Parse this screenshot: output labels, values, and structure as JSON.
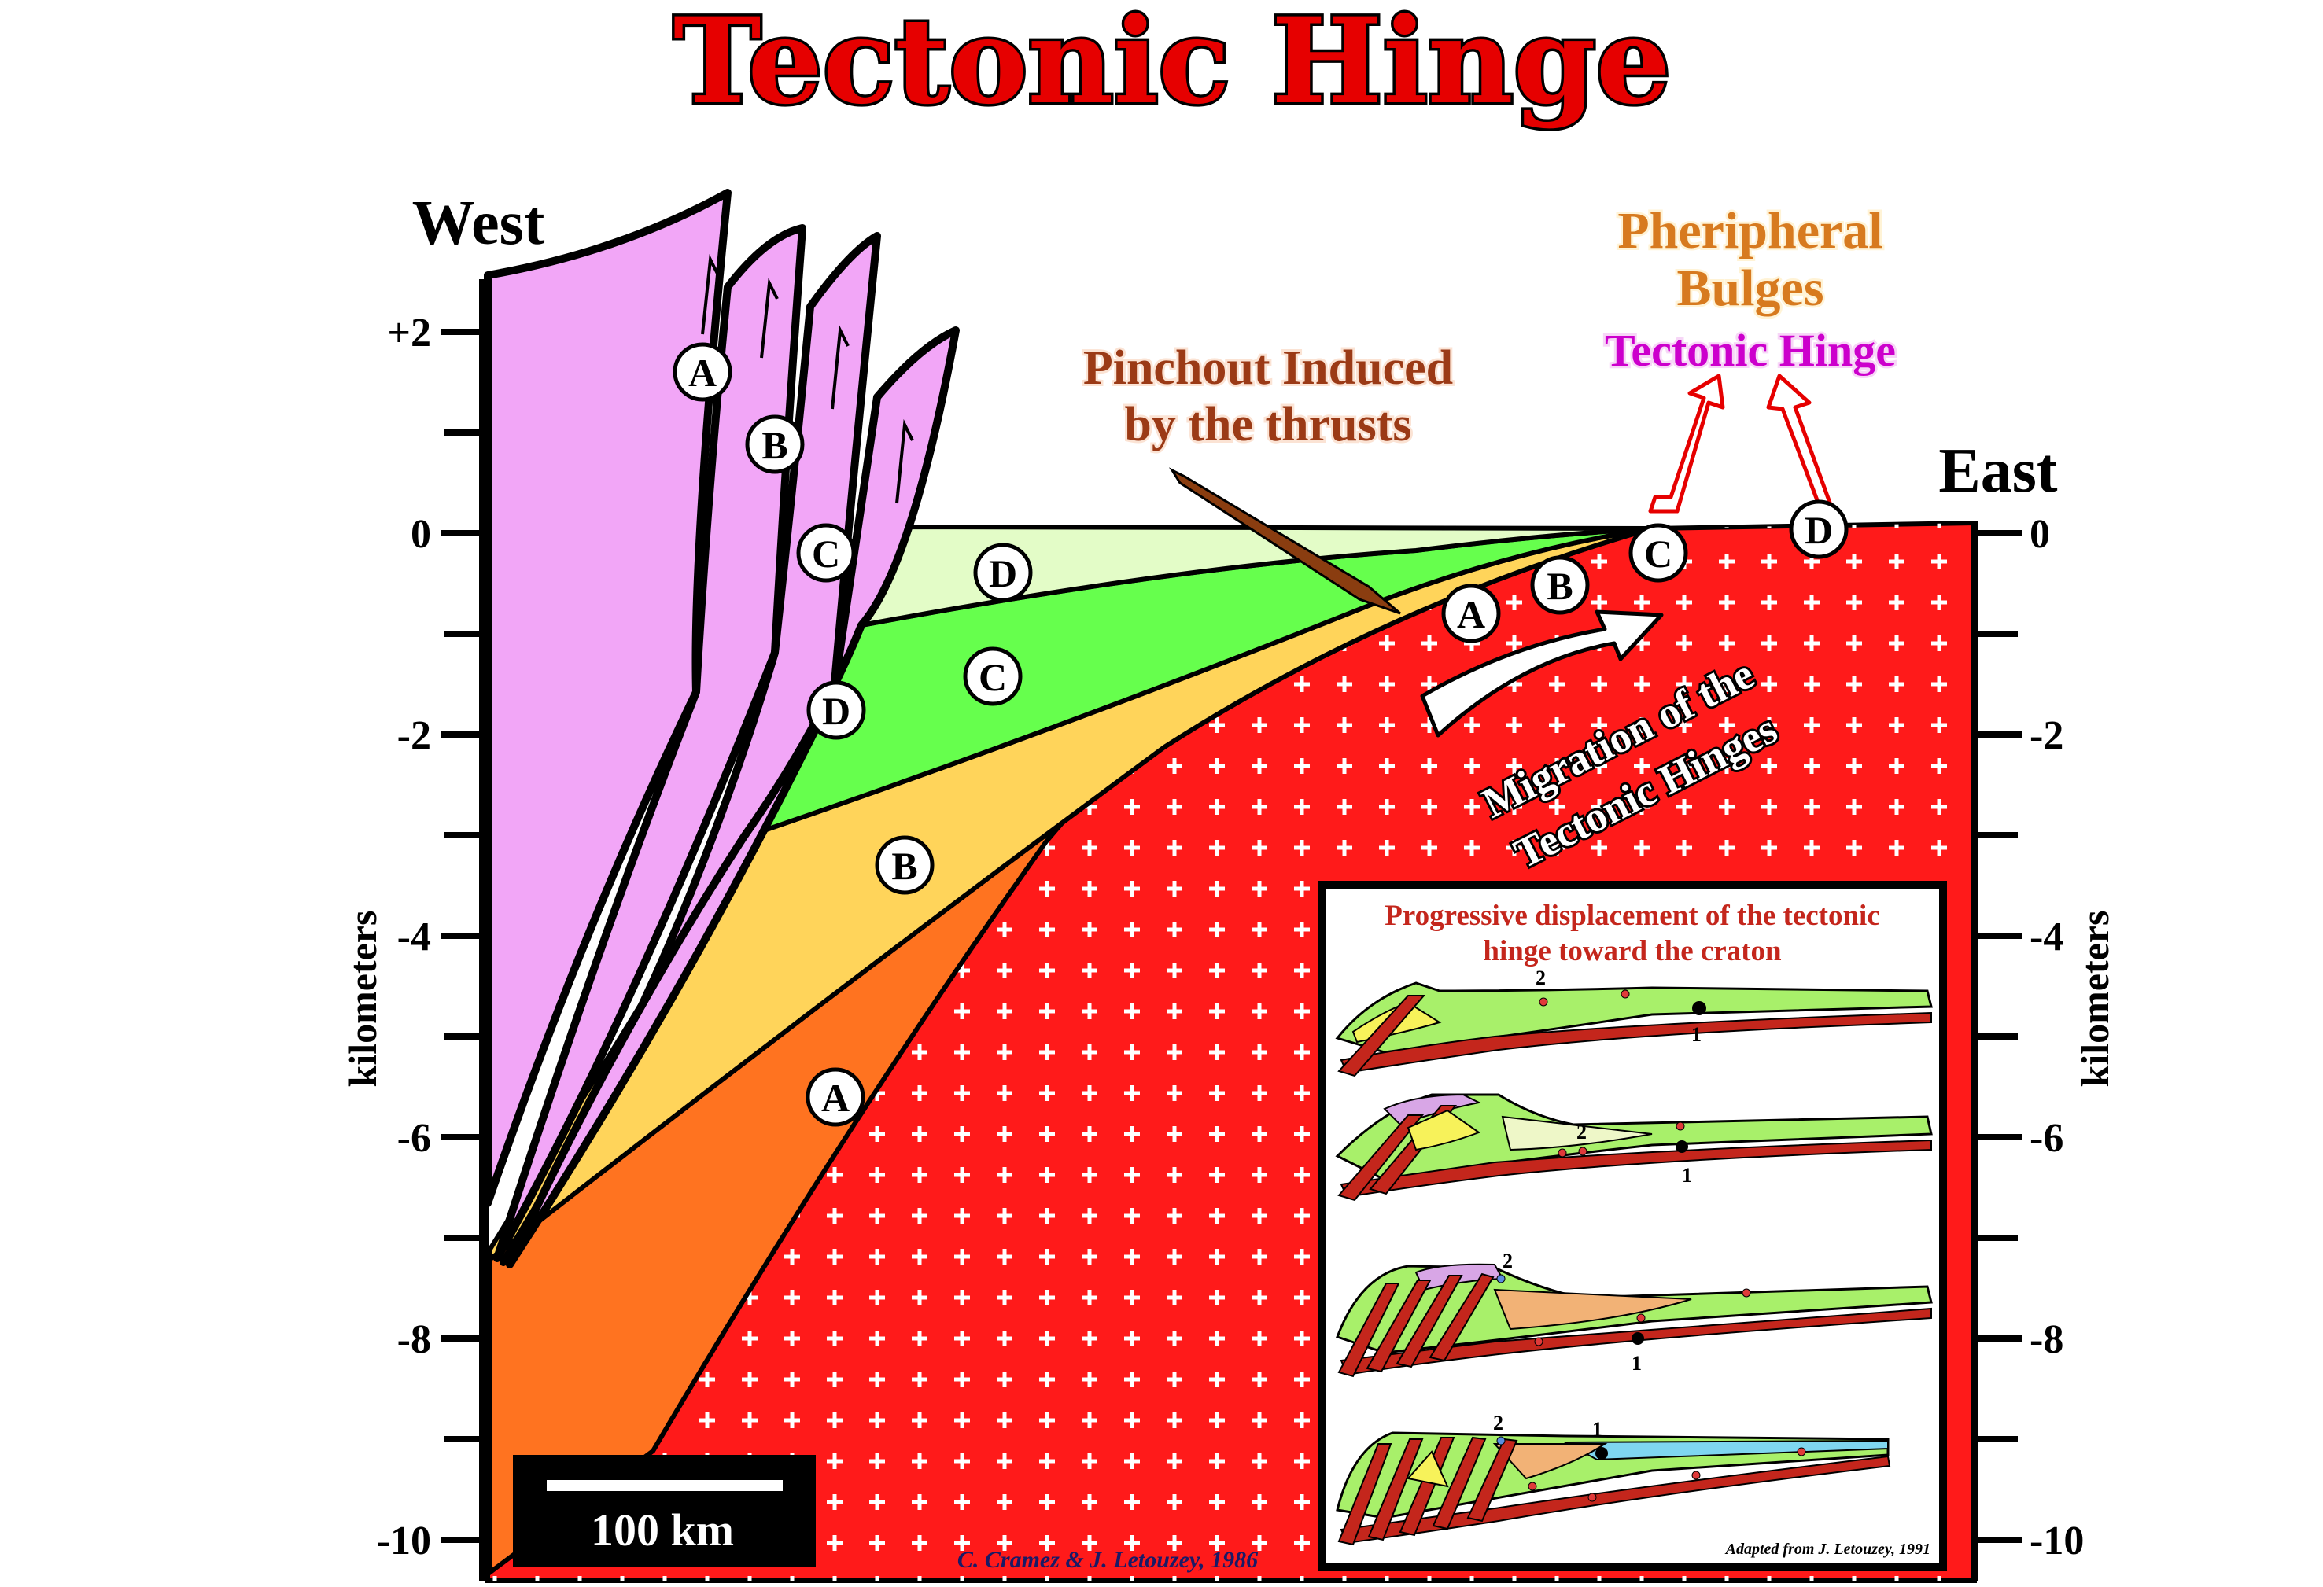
{
  "title": "Tectonic Hinge",
  "labels": {
    "west": "West",
    "east": "East",
    "peripheral_bulges": [
      "Pheripheral",
      "Bulges"
    ],
    "tectonic_hinge": "Tectonic Hinge",
    "pinchout": [
      "Pinchout Induced",
      "by the thrusts"
    ],
    "migration": [
      "Migration of the",
      "Tectonic Hinges"
    ],
    "scale_bar": "100 km",
    "credit": "C. Cramez & J. Letouzey, 1986",
    "axis_label_left": "kilometers",
    "axis_label_right": "kilometers"
  },
  "axis": {
    "left_ticks": [
      {
        "value": 2,
        "label": "+2"
      },
      {
        "value": 0,
        "label": "0"
      },
      {
        "value": -2,
        "label": "-2"
      },
      {
        "value": -4,
        "label": "-4"
      },
      {
        "value": -6,
        "label": "-6"
      },
      {
        "value": -8,
        "label": "-8"
      },
      {
        "value": -10,
        "label": "-10"
      }
    ],
    "right_ticks": [
      {
        "value": 0,
        "label": "0"
      },
      {
        "value": -2,
        "label": "-2"
      },
      {
        "value": -4,
        "label": "-4"
      },
      {
        "value": -6,
        "label": "-6"
      },
      {
        "value": -8,
        "label": "-8"
      },
      {
        "value": -10,
        "label": "-10"
      }
    ]
  },
  "markers": {
    "thrust": [
      "A",
      "B",
      "C",
      "D"
    ],
    "units": [
      "D",
      "C",
      "B",
      "A"
    ],
    "hinges": [
      "A",
      "B",
      "C",
      "D"
    ]
  },
  "inset": {
    "title": [
      "Progressive displacement of the tectonic",
      "hinge toward the craton"
    ],
    "credit": "Adapted from J. Letouzey, 1991",
    "point_labels": [
      "1",
      "2"
    ]
  },
  "colors": {
    "title_red": "#e60000",
    "craton_red": "#ff1a1a",
    "unit_a": "#ff7320",
    "unit_b": "#ffd45a",
    "unit_c": "#66ff4d",
    "unit_d": "#e3fcc7",
    "thrust_pink": "#f2a6f7",
    "bulge_orange": "#d77a1f",
    "hinge_magenta": "#cc00cc",
    "pinchout_brown": "#9b3a16",
    "inset_green": "#a8f06a",
    "inset_red": "#c4261c"
  }
}
